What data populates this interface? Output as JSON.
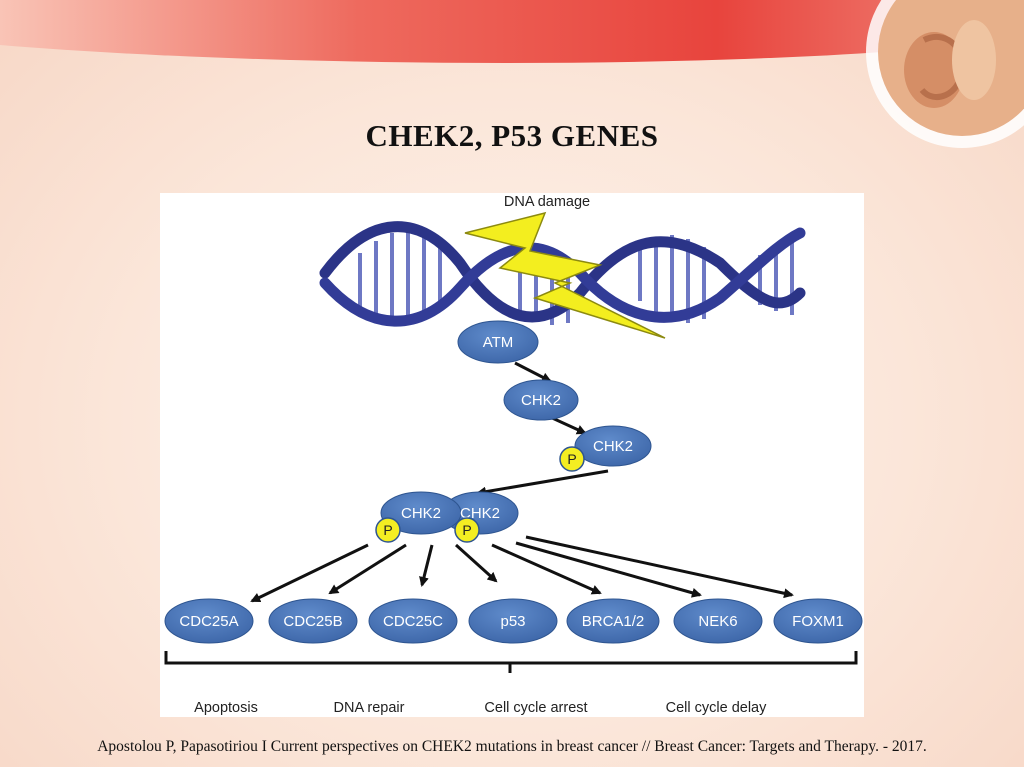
{
  "slide": {
    "title": "CHEK2, P53 GENES",
    "citation": "Apostolou P, Papasotiriou I Current perspectives on CHEK2 mutations in breast cancer // Breast Cancer: Targets and Therapy. - 2017."
  },
  "diagram": {
    "top_label": "DNA damage",
    "cascade": [
      "ATM",
      "CHK2",
      "CHK2",
      "CHK2",
      "CHK2"
    ],
    "phospho_label": "P",
    "targets": [
      "CDC25A",
      "CDC25B",
      "CDC25C",
      "p53",
      "BRCA1/2",
      "NEK6",
      "FOXM1"
    ],
    "outcomes": [
      "Apoptosis",
      "DNA repair",
      "Cell cycle arrest",
      "Cell cycle delay"
    ],
    "colors": {
      "node_fill": "#4a76b8",
      "node_stroke": "#2e5590",
      "phospho_fill": "#f4ee22",
      "lightning": "#f3ee1f",
      "dna_backbone": "#2b3487",
      "title_band": "#e8534c"
    }
  }
}
